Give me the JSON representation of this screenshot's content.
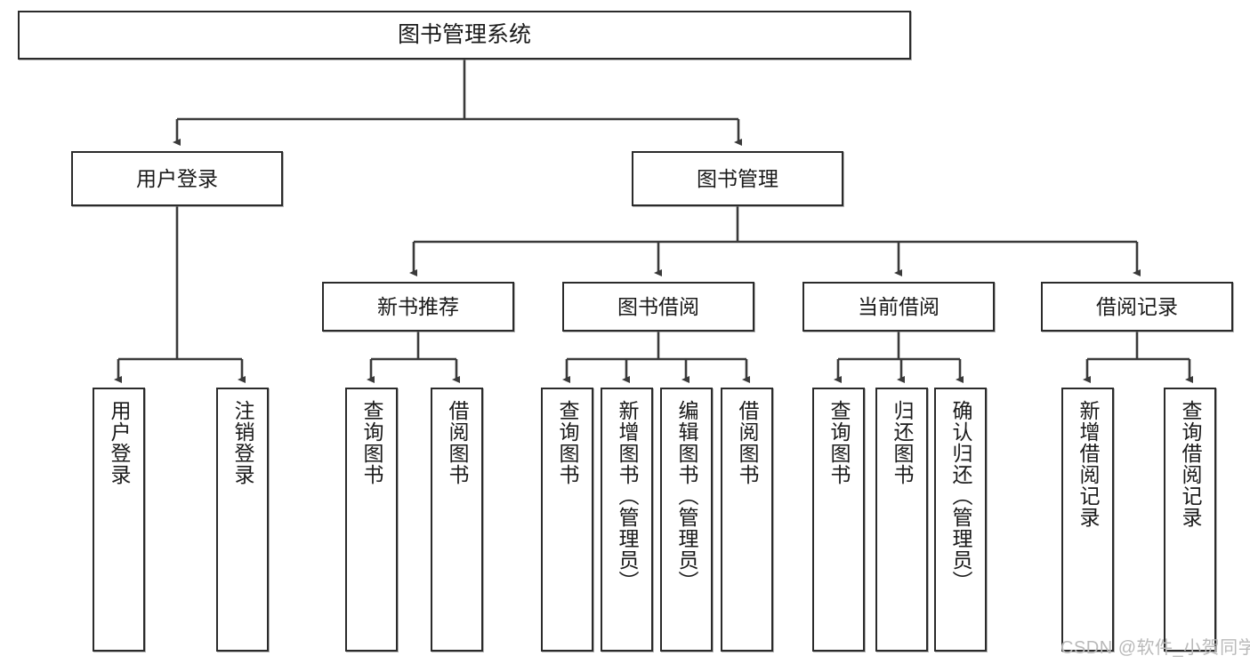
{
  "diagram": {
    "title": "图书管理系统",
    "type": "tree-hierarchy-chart",
    "watermark": "CSDN @软件_小贺同学",
    "colors": {
      "box_border": "#2b2b2b",
      "box_fill": "#ffffff",
      "edge": "#3a3a3a",
      "text": "#1a1a1a",
      "watermark": "#b9b9b9"
    },
    "root": {
      "label": "图书管理系统"
    },
    "level2": [
      {
        "label": "用户登录"
      },
      {
        "label": "图书管理"
      }
    ],
    "level3": [
      {
        "label": "新书推荐"
      },
      {
        "label": "图书借阅"
      },
      {
        "label": "当前借阅"
      },
      {
        "label": "借阅记录"
      }
    ],
    "leaves": {
      "user_login": [
        {
          "label": "用户登录"
        },
        {
          "label": "注销登录"
        }
      ],
      "new_book_recommend": [
        {
          "label": "查询图书"
        },
        {
          "label": "借阅图书"
        }
      ],
      "book_borrow": [
        {
          "label": "查询图书"
        },
        {
          "label": "新增图书（管理员）"
        },
        {
          "label": "编辑图书（管理员）"
        },
        {
          "label": "借阅图书"
        }
      ],
      "current_borrow": [
        {
          "label": "查询图书"
        },
        {
          "label": "归还图书"
        },
        {
          "label": "确认归还（管理员）"
        }
      ],
      "borrow_record": [
        {
          "label": "新增借阅记录"
        },
        {
          "label": "查询借阅记录"
        }
      ]
    }
  }
}
